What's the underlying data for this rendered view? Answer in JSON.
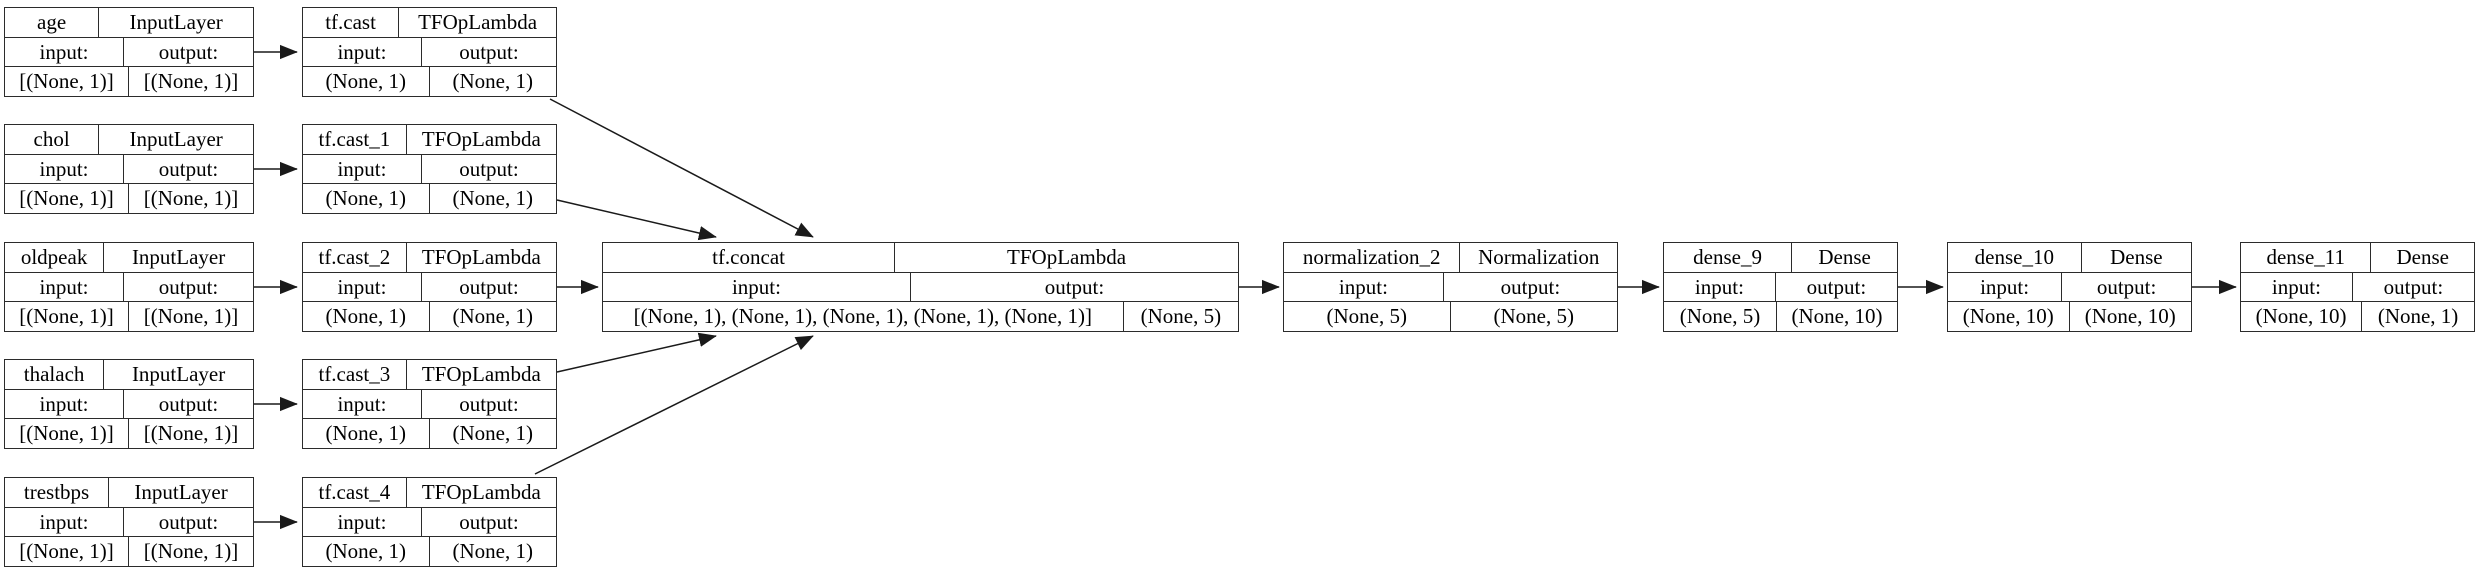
{
  "diagram": {
    "labels": {
      "input": "input:",
      "output": "output:"
    },
    "colors": {
      "background": "#ffffff",
      "border": "#2b2b2b",
      "text": "#000000",
      "edge": "#1a1a1a"
    },
    "nodes": [
      {
        "name": "age",
        "type": "InputLayer",
        "input_shape": "[(None, 1)]",
        "output_shape": "[(None, 1)]"
      },
      {
        "name": "chol",
        "type": "InputLayer",
        "input_shape": "[(None, 1)]",
        "output_shape": "[(None, 1)]"
      },
      {
        "name": "oldpeak",
        "type": "InputLayer",
        "input_shape": "[(None, 1)]",
        "output_shape": "[(None, 1)]"
      },
      {
        "name": "thalach",
        "type": "InputLayer",
        "input_shape": "[(None, 1)]",
        "output_shape": "[(None, 1)]"
      },
      {
        "name": "trestbps",
        "type": "InputLayer",
        "input_shape": "[(None, 1)]",
        "output_shape": "[(None, 1)]"
      },
      {
        "name": "tf.cast",
        "type": "TFOpLambda",
        "input_shape": "(None, 1)",
        "output_shape": "(None, 1)"
      },
      {
        "name": "tf.cast_1",
        "type": "TFOpLambda",
        "input_shape": "(None, 1)",
        "output_shape": "(None, 1)"
      },
      {
        "name": "tf.cast_2",
        "type": "TFOpLambda",
        "input_shape": "(None, 1)",
        "output_shape": "(None, 1)"
      },
      {
        "name": "tf.cast_3",
        "type": "TFOpLambda",
        "input_shape": "(None, 1)",
        "output_shape": "(None, 1)"
      },
      {
        "name": "tf.cast_4",
        "type": "TFOpLambda",
        "input_shape": "(None, 1)",
        "output_shape": "(None, 1)"
      },
      {
        "name": "tf.concat",
        "type": "TFOpLambda",
        "input_shape": "[(None, 1), (None, 1), (None, 1), (None, 1), (None, 1)]",
        "output_shape": "(None, 5)"
      },
      {
        "name": "normalization_2",
        "type": "Normalization",
        "input_shape": "(None, 5)",
        "output_shape": "(None, 5)"
      },
      {
        "name": "dense_9",
        "type": "Dense",
        "input_shape": "(None, 5)",
        "output_shape": "(None, 10)"
      },
      {
        "name": "dense_10",
        "type": "Dense",
        "input_shape": "(None, 10)",
        "output_shape": "(None, 10)"
      },
      {
        "name": "dense_11",
        "type": "Dense",
        "input_shape": "(None, 10)",
        "output_shape": "(None, 1)"
      }
    ],
    "edges": [
      {
        "from": "age",
        "to": "tf.cast"
      },
      {
        "from": "chol",
        "to": "tf.cast_1"
      },
      {
        "from": "oldpeak",
        "to": "tf.cast_2"
      },
      {
        "from": "thalach",
        "to": "tf.cast_3"
      },
      {
        "from": "trestbps",
        "to": "tf.cast_4"
      },
      {
        "from": "tf.cast",
        "to": "tf.concat"
      },
      {
        "from": "tf.cast_1",
        "to": "tf.concat"
      },
      {
        "from": "tf.cast_2",
        "to": "tf.concat"
      },
      {
        "from": "tf.cast_3",
        "to": "tf.concat"
      },
      {
        "from": "tf.cast_4",
        "to": "tf.concat"
      },
      {
        "from": "tf.concat",
        "to": "normalization_2"
      },
      {
        "from": "normalization_2",
        "to": "dense_9"
      },
      {
        "from": "dense_9",
        "to": "dense_10"
      },
      {
        "from": "dense_10",
        "to": "dense_11"
      }
    ]
  }
}
